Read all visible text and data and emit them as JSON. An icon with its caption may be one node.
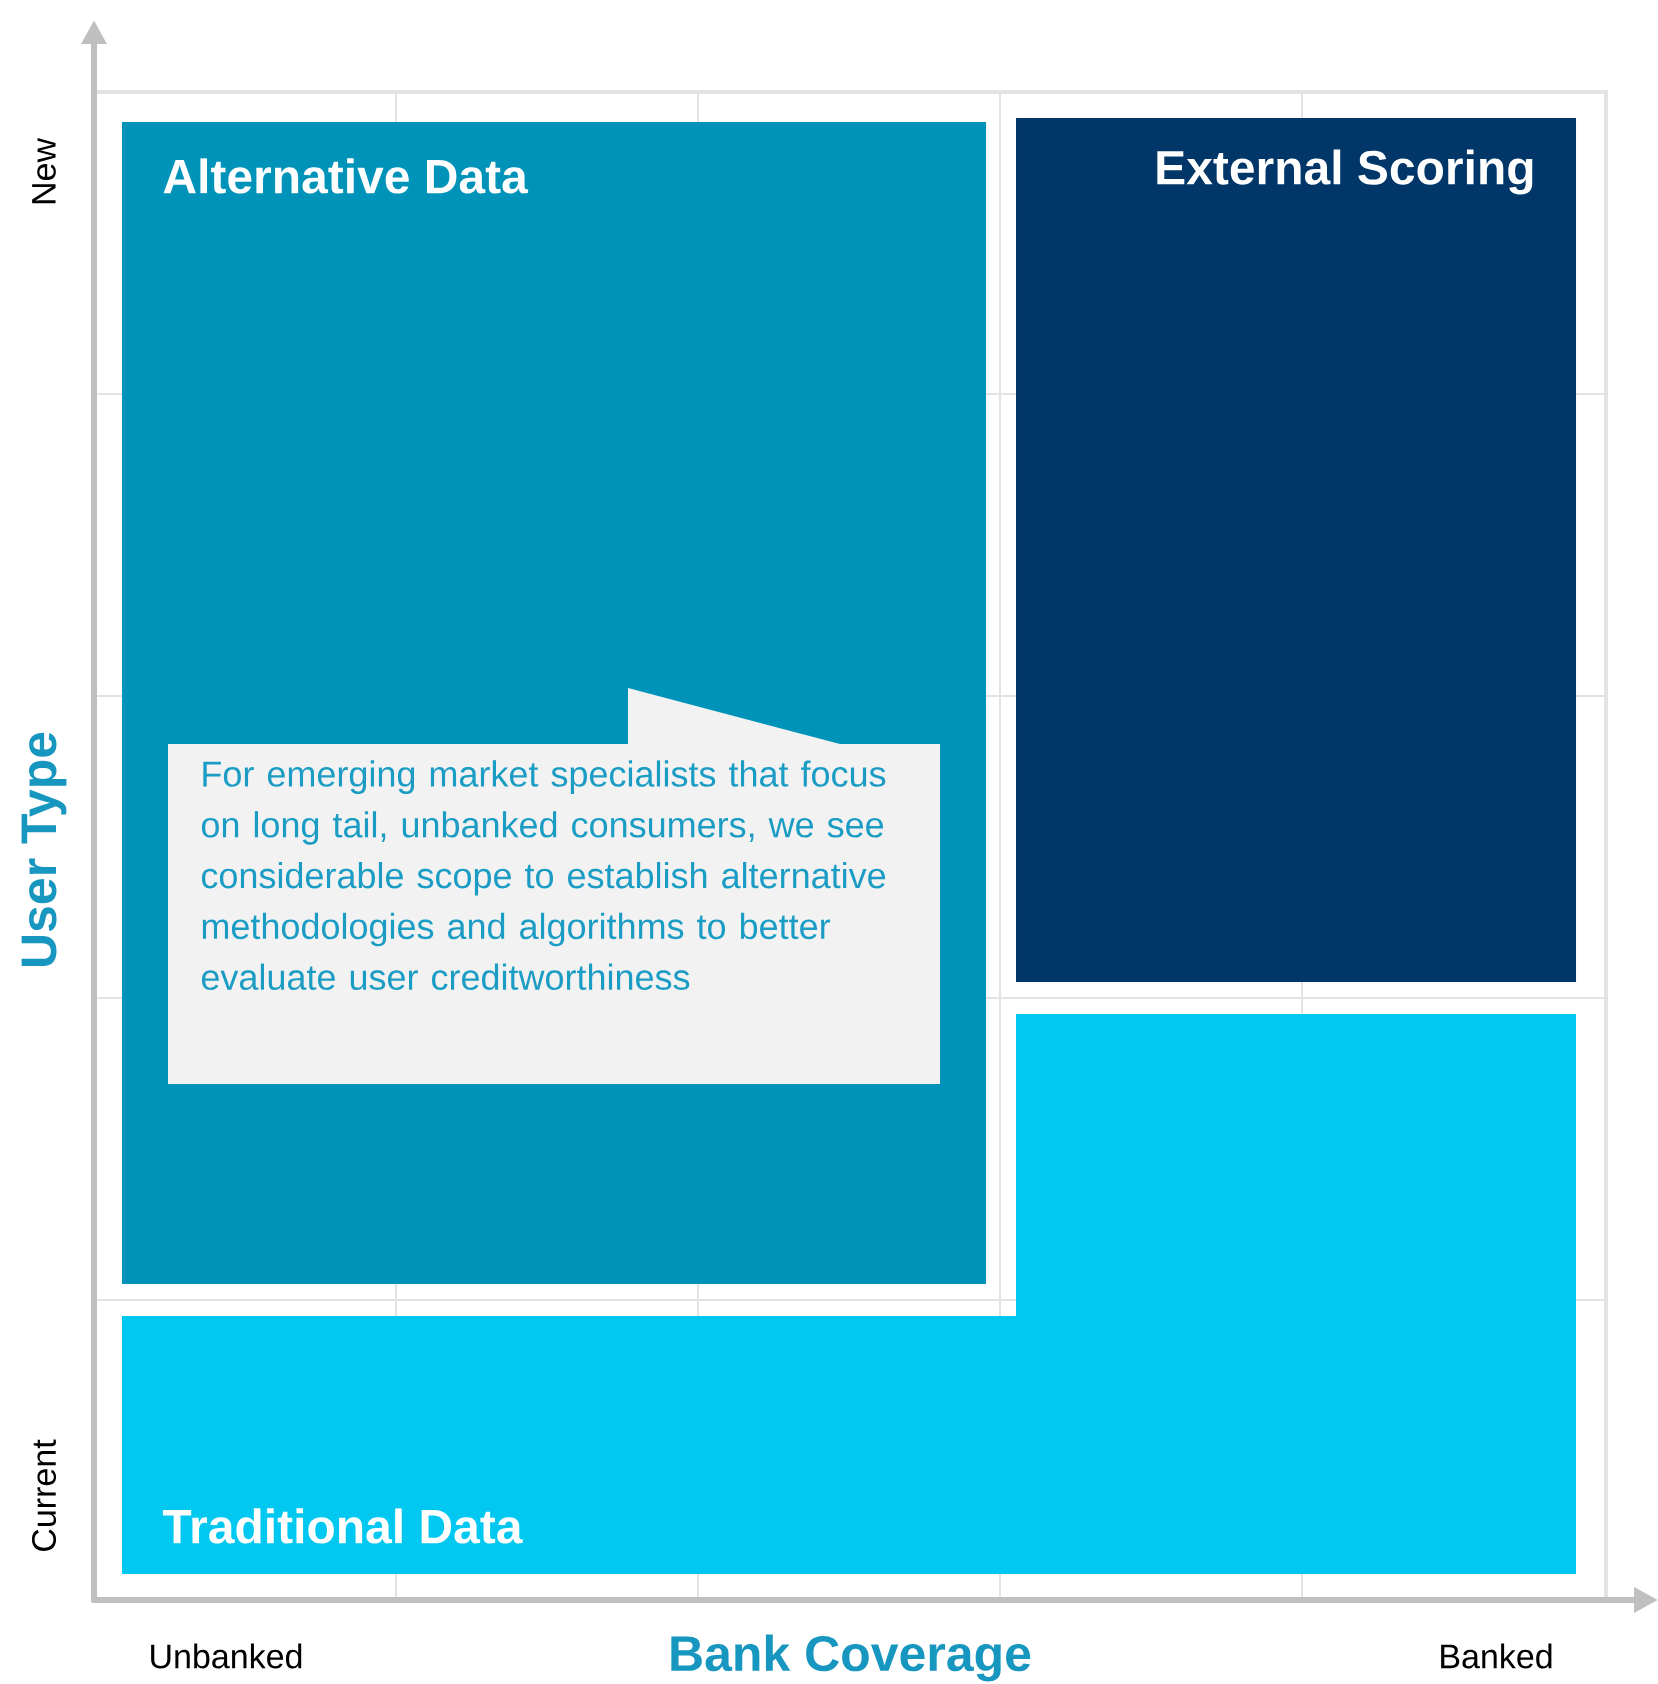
{
  "diagram": {
    "nodes": [
      {
        "text": [
          "Alternative Data"
        ]
      },
      {
        "text": [
          "For emerging market specialists that focus on long tail, unbanked consumers, we see considerable scope to establish alternative methodologies and algorithms to better evaluate user creditworthiness"
        ],
        "in": 0
      },
      {
        "text": [
          "External Scoring"
        ]
      },
      {
        "text": [
          "Traditional Data"
        ]
      }
    ],
    "labels": [
      "New",
      "User Type",
      "Current",
      "Unbanked",
      "Bank Coverage",
      "Banked"
    ]
  }
}
